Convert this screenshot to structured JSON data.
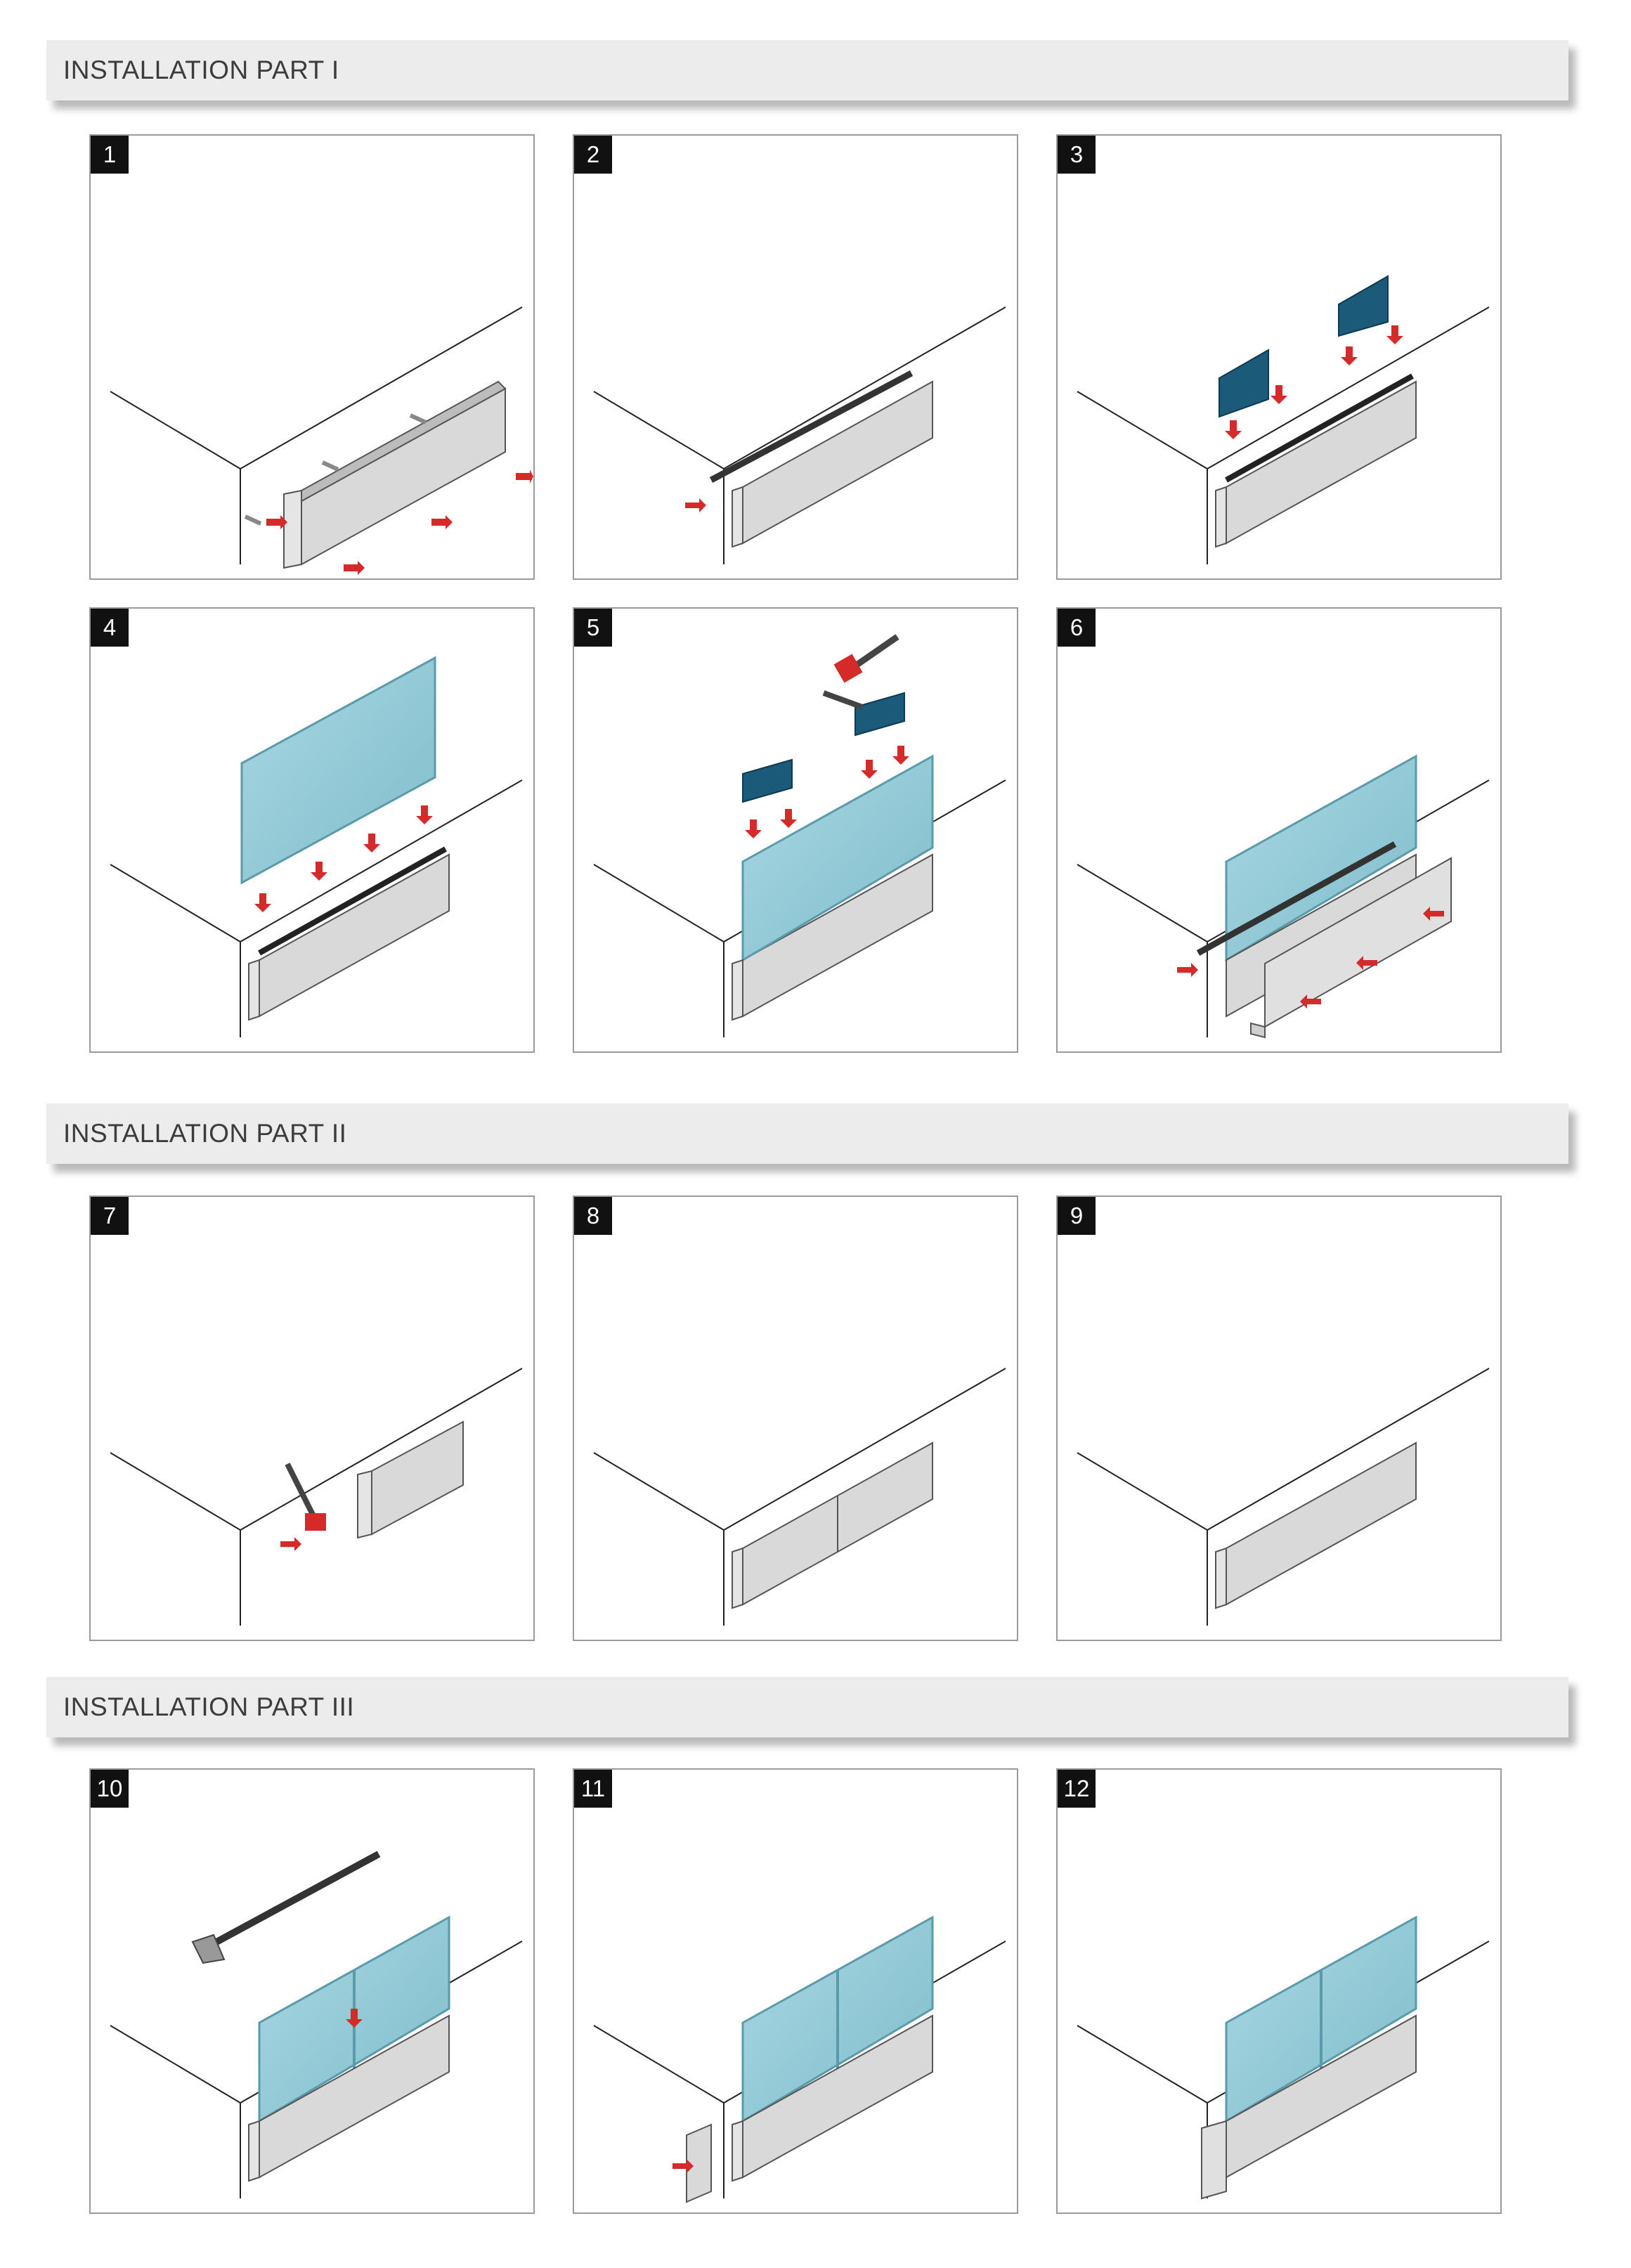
{
  "sections": [
    {
      "title": "INSTALLATION PART I"
    },
    {
      "title": "INSTALLATION PART II"
    },
    {
      "title": "INSTALLATION PART III"
    }
  ],
  "steps": [
    {
      "number": "1"
    },
    {
      "number": "2"
    },
    {
      "number": "3"
    },
    {
      "number": "4"
    },
    {
      "number": "5"
    },
    {
      "number": "6"
    },
    {
      "number": "7"
    },
    {
      "number": "8"
    },
    {
      "number": "9"
    },
    {
      "number": "10"
    },
    {
      "number": "11"
    },
    {
      "number": "12"
    }
  ],
  "colors": {
    "banner": "#ececec",
    "banner_text": "#3c3c3c",
    "badge": "#111111",
    "panel_border": "#9a9a9a",
    "profile": "#d9d9d9",
    "glass": "#8fc7d3",
    "clamp": "#1c5a7a",
    "arrow": "#d42a2a"
  }
}
